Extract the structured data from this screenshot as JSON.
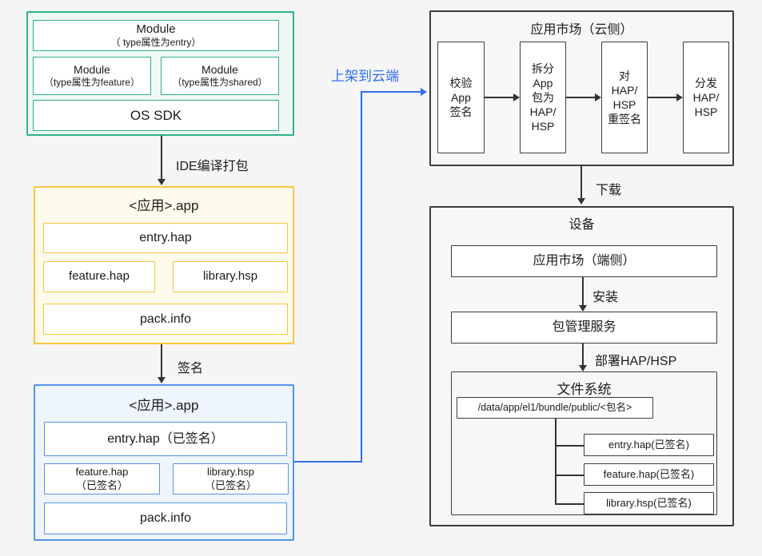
{
  "colors": {
    "background": "#f5f5f6",
    "green_border": "#2fb18b",
    "green_fill": "#eff8f4",
    "yellow_border": "#f9c53f",
    "yellow_fill": "#fffbec",
    "blue_border": "#5593e8",
    "blue_fill": "#eef5fd",
    "connector_blue": "#2f6ff2",
    "dark_border": "#3d3d3d"
  },
  "module_stack": {
    "entry_line1": "Module",
    "entry_line2": "（ type属性为entry）",
    "feature_line1": "Module",
    "feature_line2": "（type属性为feature）",
    "shared_line1": "Module",
    "shared_line2": "（type属性为shared）",
    "os_sdk": "OS SDK"
  },
  "labels": {
    "ide_pack": "IDE编译打包",
    "sign": "签名",
    "upload": "上架到云端",
    "download": "下载",
    "install": "安装",
    "deploy": "部署HAP/HSP"
  },
  "app_unsigned": {
    "title": "<应用>.app",
    "entry": "entry.hap",
    "feature": "feature.hap",
    "library": "library.hsp",
    "pack": "pack.info"
  },
  "app_signed": {
    "title": "<应用>.app",
    "entry": "entry.hap（已签名）",
    "feature_line1": "feature.hap",
    "feature_line2": "（已签名）",
    "library_line1": "library.hsp",
    "library_line2": "（已签名）",
    "pack": "pack.info"
  },
  "cloud": {
    "title": "应用市场（云侧）",
    "steps": [
      {
        "lines": [
          "校验",
          "App",
          "签名"
        ]
      },
      {
        "lines": [
          "拆分",
          "App",
          "包为",
          "HAP/",
          "HSP"
        ]
      },
      {
        "lines": [
          "对",
          "HAP/",
          "HSP",
          "重签名"
        ]
      },
      {
        "lines": [
          "分发",
          "HAP/",
          "HSP"
        ]
      }
    ]
  },
  "device": {
    "title": "设备",
    "store": "应用市场（端侧）",
    "pkg_service": "包管理服务",
    "file_system": {
      "title": "文件系统",
      "path": "/data/app/el1/bundle/public/<包名>",
      "files": [
        "entry.hap(已签名)",
        "feature.hap(已签名)",
        "library.hsp(已签名)"
      ]
    }
  }
}
